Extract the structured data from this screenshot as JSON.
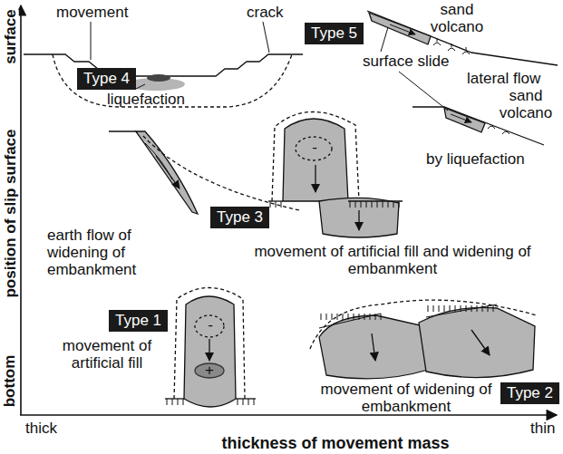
{
  "diagram": {
    "nodes": [
      {
        "text": [
          "Type 5"
        ]
      },
      {
        "text": [
          "Type 4"
        ]
      },
      {
        "text": [
          "Type 3"
        ]
      },
      {
        "text": [
          "Type 1"
        ]
      },
      {
        "text": [
          "Type 2"
        ]
      }
    ],
    "labels": [
      "position of slip surface",
      "surface",
      "bottom",
      "movement",
      "crack",
      "liquefaction",
      "sand volcano",
      "surface slide",
      "lateral flow",
      "sand volcano",
      "by liquefaction",
      "earth flow of widening of embankment",
      "-",
      "movement of artificial fill and widening of embanmkent",
      "-",
      "+",
      "movement of artificial fill",
      "movement of widening of embankment",
      "thick",
      "thin",
      "thickness of movement mass"
    ]
  }
}
